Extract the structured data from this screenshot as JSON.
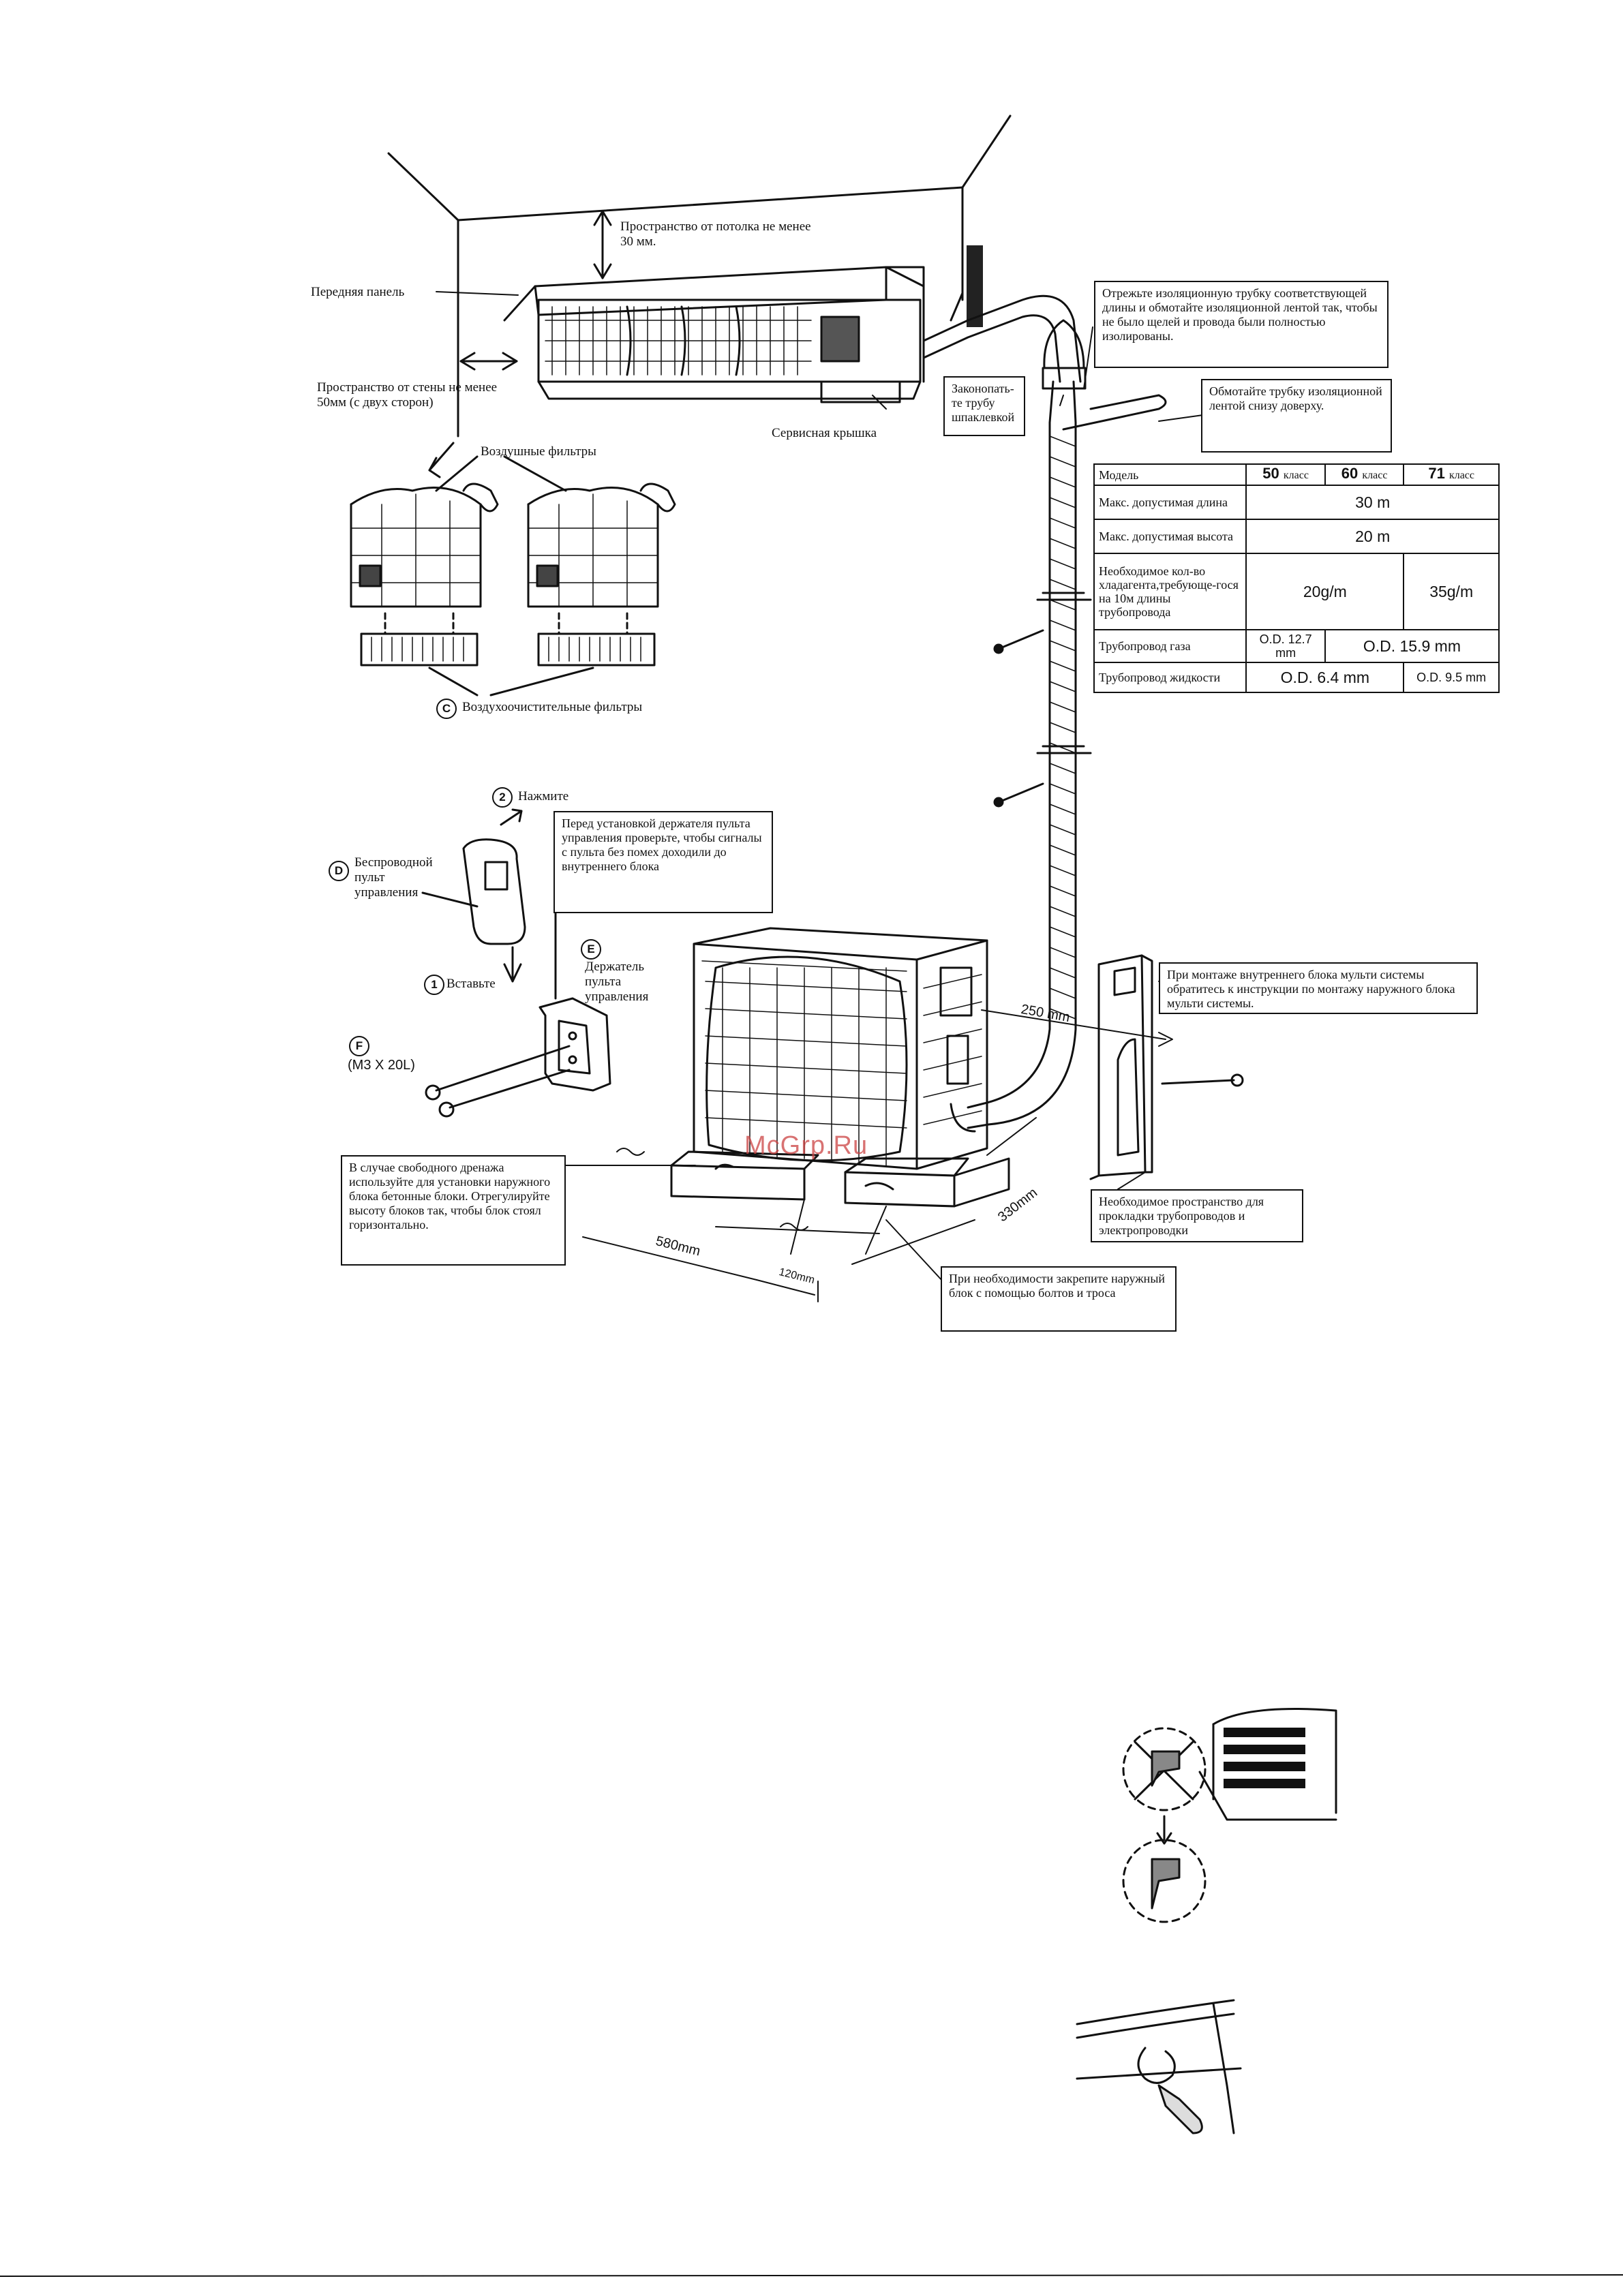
{
  "labels": {
    "ceiling_clearance": "Пространство от потолка не менее 30 мм.",
    "front_panel": "Передняя панель",
    "wall_clearance": "Пространство от стены не менее 50мм (с двух сторон)",
    "service_cover": "Сервисная крышка",
    "air_filters": "Воздушные фильтры",
    "air_cleaning_filters": "Воздухоочистительные фильтры",
    "putty_pipe": "Законопать-те трубу шпаклевкой",
    "press": "Нажмите",
    "insert": "Вставьте",
    "wireless_remote": "Беспроводной пульт управления",
    "remote_holder": "Держатель пульта управления",
    "screw_spec": "(M3 X 20L)"
  },
  "markers": {
    "c": "C",
    "d": "D",
    "e": "E",
    "f": "F",
    "step1": "1",
    "step2": "2"
  },
  "notes": {
    "cut_insulation": "Отрежьте изоляционную трубку соответствующей длины и обмотайте изоляционной лентой так, чтобы не было щелей и провода были полностью изолированы.",
    "wrap_tape": "Обмотайте трубку изоляционной лентой снизу доверху.",
    "check_remote": "Перед установкой держателя пульта управления проверьте, чтобы сигналы с пульта без помех доходили до внутреннего блока",
    "multi_system": "При монтаже внутреннего блока мульти системы обратитесь к инструкции по монтажу наружного блока мульти системы.",
    "free_drain": "В случае свободного дренажа используйте для установки наружного блока бетонные блоки. Отрегулируйте высоту блоков так, чтобы блок стоял горизонтально.",
    "pipe_space": "Необходимое пространство для прокладки трубопроводов и электропроводки",
    "fix_outdoor": "При необходимости закрепите наружный блок с помощью болтов и троса"
  },
  "dimensions": {
    "d250": "250 mm",
    "d580": "580mm",
    "d120": "120mm",
    "d330": "330mm"
  },
  "watermark": "McGrp.Ru",
  "table": {
    "model_label": "Модель",
    "classes": [
      {
        "num": "50",
        "word": "класс"
      },
      {
        "num": "60",
        "word": "класс"
      },
      {
        "num": "71",
        "word": "класс"
      }
    ],
    "rows": {
      "max_length": {
        "label": "Макс. допустимая длина",
        "value": "30 m"
      },
      "max_height": {
        "label": "Макс. допустимая высота",
        "value": "20 m"
      },
      "refrigerant": {
        "label": "Необходимое кол-во хладагента,требующе-гося на 10м длины трубопровода",
        "value_a": "20g/m",
        "value_b": "35g/m"
      },
      "gas_pipe": {
        "label": "Трубопровод газа",
        "value_a": "O.D. 12.7 mm",
        "value_b": "O.D. 15.9 mm"
      },
      "liquid_pipe": {
        "label": "Трубопровод жидкости",
        "value_a": "O.D. 6.4 mm",
        "value_b": "O.D. 9.5 mm"
      }
    }
  }
}
